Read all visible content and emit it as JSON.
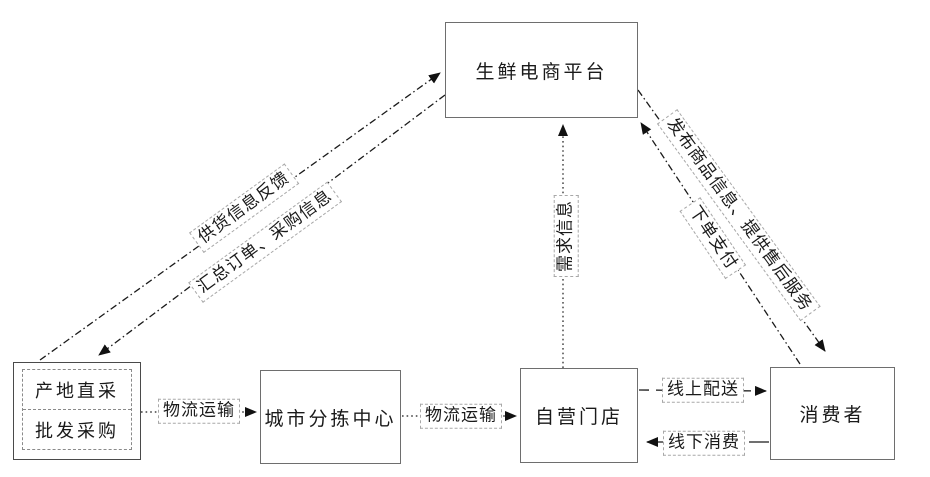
{
  "diagram": {
    "nodes": {
      "platform": {
        "label": "生鲜电商平台"
      },
      "sourcing_direct": {
        "label": "产地直采"
      },
      "sourcing_wholesale": {
        "label": "批发采购"
      },
      "sorting_center": {
        "label": "城市分拣中心"
      },
      "store": {
        "label": "自营门店"
      },
      "consumer": {
        "label": "消费者"
      }
    },
    "edges": {
      "supply_feedback": {
        "label": "供货信息反馈",
        "from": "sourcing",
        "to": "platform",
        "style": "dash-dot"
      },
      "orders_info": {
        "label": "汇总订单、采购信息",
        "from": "platform",
        "to": "sourcing",
        "style": "dash-dot"
      },
      "publish_service": {
        "label": "发布商品信息、提供售后服务",
        "from": "platform",
        "to": "consumer",
        "style": "dash-dot"
      },
      "order_pay": {
        "label": "下单支付",
        "from": "consumer",
        "to": "platform",
        "style": "dash-dot"
      },
      "demand_info": {
        "label": "需求信息",
        "from": "store",
        "to": "platform",
        "style": "dotted"
      },
      "logistics_1": {
        "label": "物流运输",
        "from": "sourcing",
        "to": "sorting_center",
        "style": "dotted"
      },
      "logistics_2": {
        "label": "物流运输",
        "from": "sorting_center",
        "to": "store",
        "style": "dotted"
      },
      "online_delivery": {
        "label": "线上配送",
        "from": "store",
        "to": "consumer",
        "style": "dashed"
      },
      "offline_consume": {
        "label": "线下消费",
        "from": "consumer",
        "to": "store",
        "style": "dashed"
      }
    },
    "colors": {
      "background": "#ffffff",
      "line": "#1a1a1a",
      "box_border": "#6e6e6e",
      "text": "#1a1a1a"
    }
  }
}
